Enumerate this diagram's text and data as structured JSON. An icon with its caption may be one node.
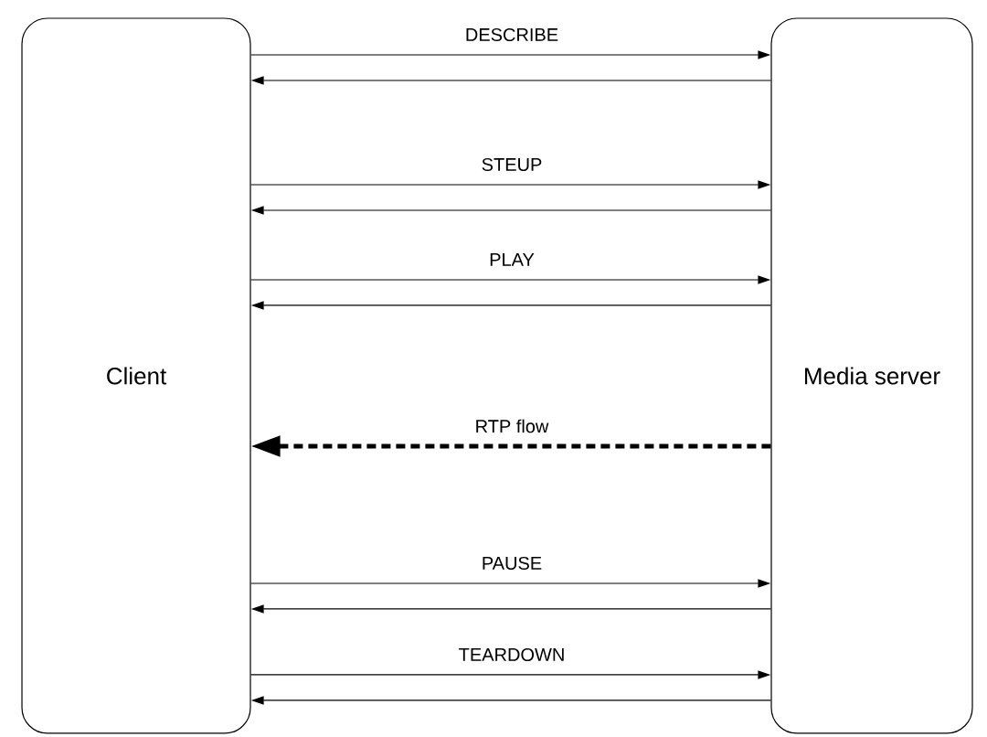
{
  "diagram": {
    "nodes": [
      {
        "text": [
          "Client"
        ]
      },
      {
        "text": [
          "Media server"
        ]
      }
    ],
    "edges": [
      {
        "from": 0,
        "to": 1,
        "arrow": "to",
        "label": "DESCRIBE"
      },
      {
        "from": 1,
        "to": 0,
        "arrow": "to"
      },
      {
        "from": 0,
        "to": 1,
        "arrow": "to",
        "label": "STEUP"
      },
      {
        "from": 1,
        "to": 0,
        "arrow": "to"
      },
      {
        "from": 0,
        "to": 1,
        "arrow": "to",
        "label": "PLAY"
      },
      {
        "from": 1,
        "to": 0,
        "arrow": "to"
      },
      {
        "from": 1,
        "to": 0,
        "arrow": "to",
        "label": "RTP flow",
        "style": "dashed"
      },
      {
        "from": 0,
        "to": 1,
        "arrow": "to",
        "label": "PAUSE"
      },
      {
        "from": 1,
        "to": 0,
        "arrow": "to"
      },
      {
        "from": 0,
        "to": 1,
        "arrow": "to",
        "label": "TEARDOWN"
      },
      {
        "from": 1,
        "to": 0,
        "arrow": "to"
      }
    ]
  }
}
